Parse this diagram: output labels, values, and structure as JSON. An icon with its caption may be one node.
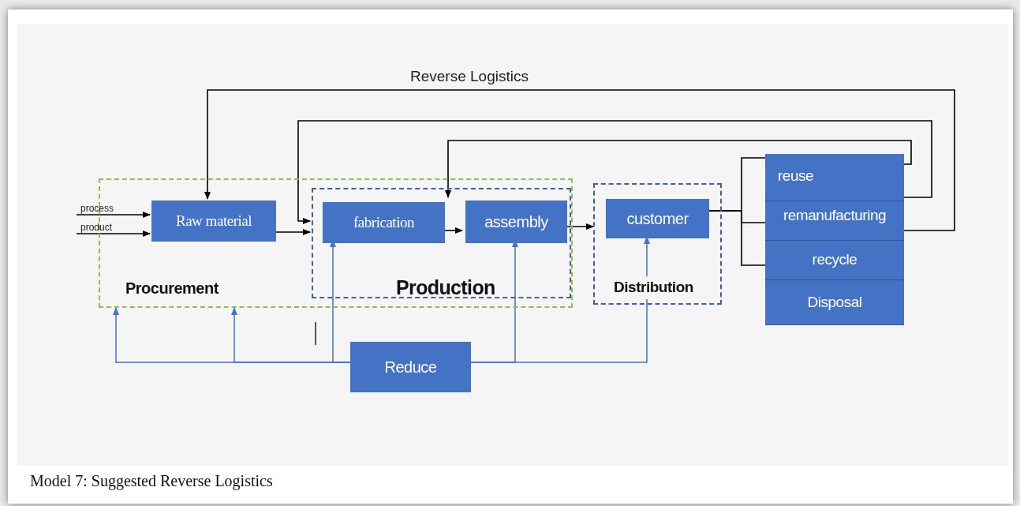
{
  "diagram": {
    "caption": "Model 7: Suggested Reverse Logistics",
    "nodes": [
      {
        "text": [
          "Procurement"
        ]
      },
      {
        "text": [
          "Raw material"
        ],
        "in": 0
      },
      {
        "text": [
          "Production"
        ],
        "in": 0
      },
      {
        "text": [
          "fabrication"
        ],
        "in": 2
      },
      {
        "text": [
          "assembly"
        ],
        "in": 2
      },
      {
        "text": [
          "Distribution"
        ]
      },
      {
        "text": [
          "customer"
        ],
        "in": 5
      },
      {
        "text": [
          "reuse"
        ]
      },
      {
        "text": [
          "remanufacturing"
        ]
      },
      {
        "text": [
          "recycle"
        ]
      },
      {
        "text": [
          "Disposal"
        ]
      },
      {
        "text": [
          "Reduce"
        ]
      }
    ],
    "edges": [
      {
        "from": null,
        "to": 1,
        "arrow": "to",
        "label": "process"
      },
      {
        "from": null,
        "to": 1,
        "arrow": "to",
        "label": "product"
      },
      {
        "from": 1,
        "to": 2,
        "arrow": "to"
      },
      {
        "from": 3,
        "to": 4,
        "arrow": "to"
      },
      {
        "from": 4,
        "to": 5,
        "arrow": "to"
      },
      {
        "from": 6,
        "to": 7,
        "arrow": "none"
      },
      {
        "from": 6,
        "to": 8,
        "arrow": "none"
      },
      {
        "from": 6,
        "to": 9,
        "arrow": "none"
      },
      {
        "from": 7,
        "to": 4,
        "arrow": "to"
      },
      {
        "from": 7,
        "to": 2,
        "arrow": "to"
      },
      {
        "from": 8,
        "to": 1,
        "arrow": "to",
        "label": "Reverse Logistics"
      },
      {
        "from": 11,
        "to": 0,
        "arrow": "to",
        "color": "#4472c4"
      },
      {
        "from": 11,
        "to": 0,
        "arrow": "to",
        "color": "#4472c4"
      },
      {
        "from": 11,
        "to": 3,
        "arrow": "to",
        "color": "#4472c4"
      },
      {
        "from": 11,
        "to": 4,
        "arrow": "to",
        "color": "#4472c4"
      },
      {
        "from": 11,
        "to": 6,
        "arrow": "to",
        "color": "#4472c4"
      }
    ]
  }
}
